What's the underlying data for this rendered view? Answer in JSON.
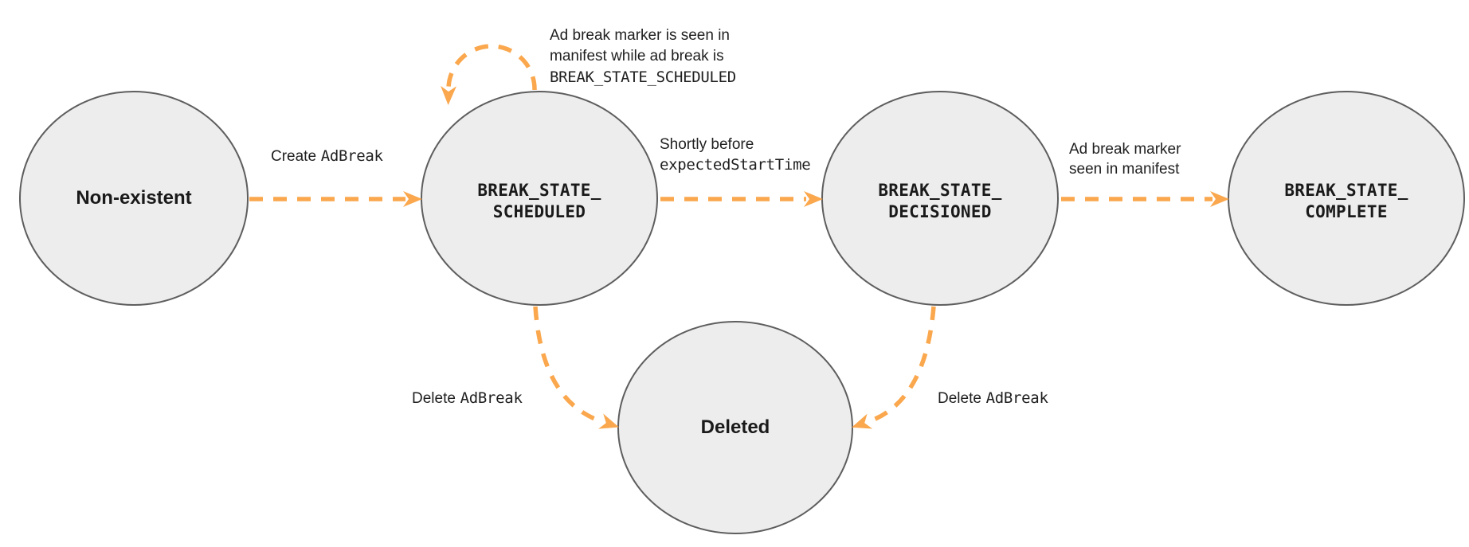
{
  "colors": {
    "arrow": "#FAA74D",
    "node_fill": "#EDEDED",
    "node_border": "#5E5E5E",
    "text": "#1A1A1A"
  },
  "states": {
    "non_existent": {
      "label": "Non-existent"
    },
    "scheduled": {
      "label": "BREAK_STATE_\nSCHEDULED"
    },
    "decisioned": {
      "label": "BREAK_STATE_\nDECISIONED"
    },
    "complete": {
      "label": "BREAK_STATE_\nCOMPLETE"
    },
    "deleted": {
      "label": "Deleted"
    }
  },
  "transitions": {
    "create": {
      "plain": "Create",
      "code": "AdBreak"
    },
    "marker_seen_while_scheduled": {
      "line1": "Ad break marker is seen in",
      "line2": "manifest while ad break is",
      "code_line": "BREAK_STATE_SCHEDULED"
    },
    "shortly_before": {
      "plain": "Shortly before",
      "code": "expectedStartTime"
    },
    "marker_seen": {
      "line1": "Ad break marker",
      "line2": "seen in manifest"
    },
    "delete_from_scheduled": {
      "plain": "Delete",
      "code": "AdBreak"
    },
    "delete_from_decisioned": {
      "plain": "Delete",
      "code": "AdBreak"
    }
  }
}
